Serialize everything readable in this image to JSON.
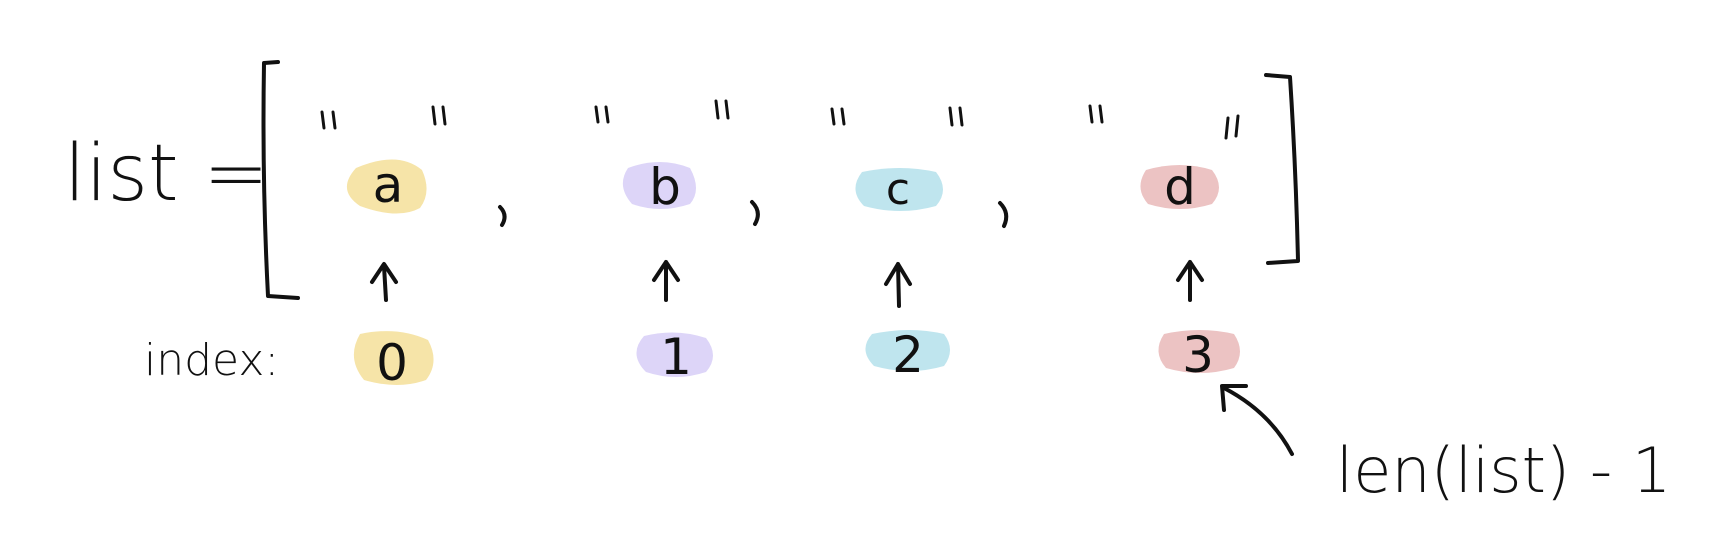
{
  "diagram": {
    "list_label": "list =",
    "index_label": "index:",
    "annotation": "len(list) - 1",
    "elements": [
      {
        "value": "a",
        "index": "0",
        "color": "#f6e4a8"
      },
      {
        "value": "b",
        "index": "1",
        "color": "#ddd5f8"
      },
      {
        "value": "c",
        "index": "2",
        "color": "#bfe5ee"
      },
      {
        "value": "d",
        "index": "3",
        "color": "#ecc3c3"
      }
    ]
  }
}
